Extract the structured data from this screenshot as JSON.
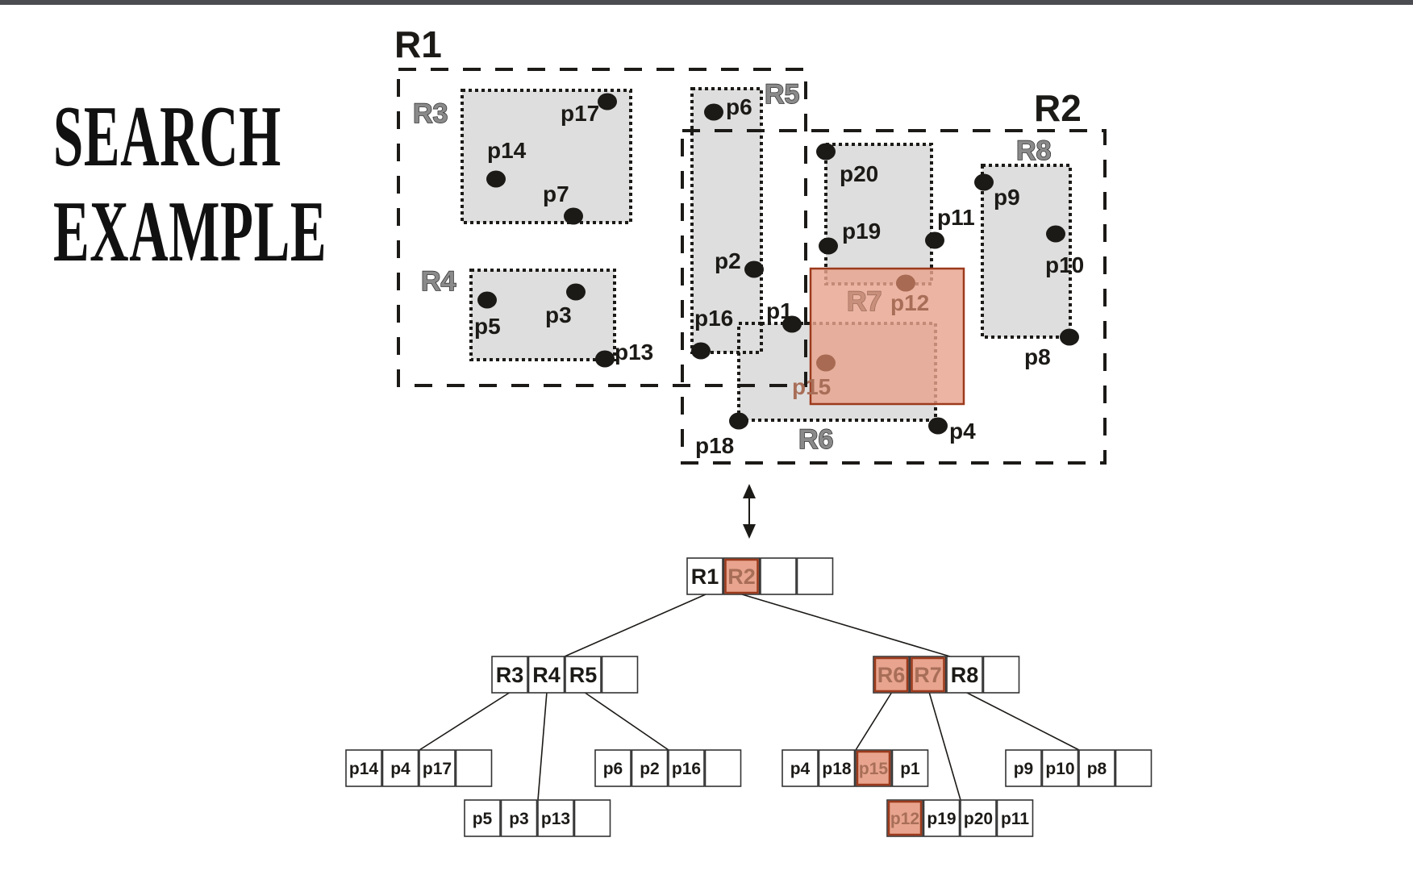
{
  "title": {
    "line1": "SEARCH",
    "line2": "EXAMPLE"
  },
  "colors": {
    "query_fill": "#e8a48e",
    "query_stroke": "#9c3a1c",
    "region_fill": "#dedede",
    "ink": "#1c1a17",
    "topbar": "#4b4c51"
  },
  "spatial": {
    "top_regions": [
      {
        "id": "R1",
        "label": "R1",
        "children": [
          "R3",
          "R4",
          "R5"
        ]
      },
      {
        "id": "R2",
        "label": "R2",
        "children": [
          "R6",
          "R7",
          "R8"
        ]
      }
    ],
    "leaf_regions": [
      {
        "id": "R3",
        "label": "R3",
        "points": [
          "p14",
          "p7",
          "p17"
        ]
      },
      {
        "id": "R4",
        "label": "R4",
        "points": [
          "p5",
          "p3",
          "p13"
        ]
      },
      {
        "id": "R5",
        "label": "R5",
        "points": [
          "p6",
          "p2",
          "p16"
        ]
      },
      {
        "id": "R6",
        "label": "R6",
        "points": [
          "p4",
          "p18",
          "p15",
          "p1"
        ]
      },
      {
        "id": "R7",
        "label": "R7",
        "points": [
          "p12",
          "p19",
          "p20",
          "p11"
        ]
      },
      {
        "id": "R8",
        "label": "R8",
        "points": [
          "p9",
          "p10",
          "p8"
        ]
      }
    ],
    "points": [
      "p1",
      "p2",
      "p3",
      "p4",
      "p5",
      "p6",
      "p7",
      "p8",
      "p9",
      "p10",
      "p11",
      "p12",
      "p13",
      "p14",
      "p15",
      "p16",
      "p17",
      "p18",
      "p19",
      "p20"
    ],
    "query_region_hits": [
      "p15",
      "p12"
    ]
  },
  "tree": {
    "root": {
      "cells": [
        "R1",
        "R2",
        "",
        ""
      ],
      "highlighted": [
        "R2"
      ]
    },
    "internal": [
      {
        "cells": [
          "R3",
          "R4",
          "R5",
          ""
        ],
        "highlighted": []
      },
      {
        "cells": [
          "R6",
          "R7",
          "R8",
          ""
        ],
        "highlighted": [
          "R6",
          "R7"
        ]
      }
    ],
    "leaves": [
      {
        "parent": "R3",
        "cells": [
          "p14",
          "p4",
          "p17",
          ""
        ],
        "highlighted": []
      },
      {
        "parent": "R4",
        "cells": [
          "p5",
          "p3",
          "p13",
          ""
        ],
        "highlighted": []
      },
      {
        "parent": "R5",
        "cells": [
          "p6",
          "p2",
          "p16",
          ""
        ],
        "highlighted": []
      },
      {
        "parent": "R6",
        "cells": [
          "p4",
          "p18",
          "p15",
          "p1"
        ],
        "highlighted": [
          "p15"
        ]
      },
      {
        "parent": "R7",
        "cells": [
          "p12",
          "p19",
          "p20",
          "p11"
        ],
        "highlighted": [
          "p12"
        ]
      },
      {
        "parent": "R8",
        "cells": [
          "p9",
          "p10",
          "p8",
          ""
        ],
        "highlighted": []
      }
    ]
  }
}
